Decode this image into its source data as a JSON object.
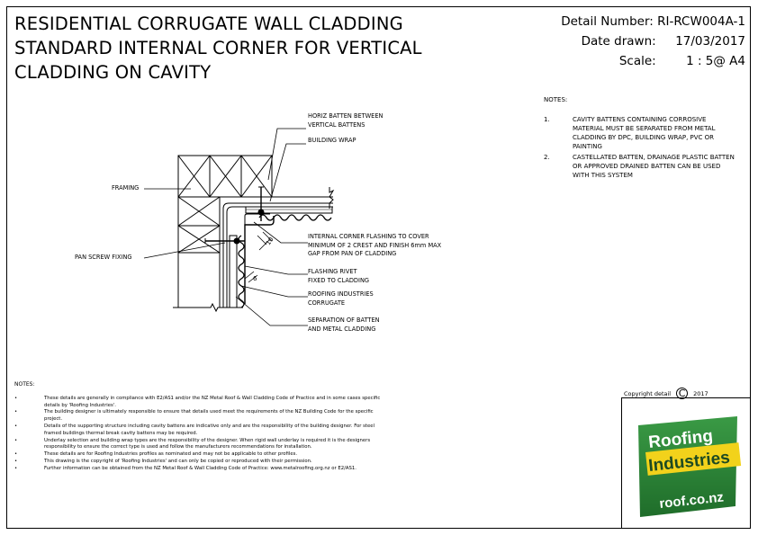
{
  "title_lines": [
    "RESIDENTIAL CORRUGATE WALL CLADDING",
    "STANDARD INTERNAL CORNER FOR VERTICAL",
    "CLADDING ON CAVITY"
  ],
  "meta": {
    "detail_number_label": "Detail Number:",
    "detail_number": "RI-RCW004A-1",
    "date_label": "Date drawn:",
    "date": "17/03/2017",
    "scale_label": "Scale:",
    "scale": "1 : 5@ A4"
  },
  "callouts": {
    "horiz_batten": [
      "HORIZ BATTEN BETWEEN",
      "VERTICAL BATTENS"
    ],
    "building_wrap": [
      "BUILDING WRAP"
    ],
    "framing": [
      "FRAMING"
    ],
    "pan_screw": [
      "PAN SCREW FIXING"
    ],
    "internal_flashing": [
      "INTERNAL CORNER FLASHING TO COVER",
      "MINIMUM OF 2 CREST AND FINISH 6mm MAX",
      "GAP FROM PAN OF CLADDING"
    ],
    "flashing_rivet": [
      "FLASHING RIVET",
      "FIXED TO CLADDING"
    ],
    "ri_corrugate": [
      "ROOFING INDUSTRIES",
      "CORRUGATE"
    ],
    "separation": [
      "SEPARATION OF BATTEN",
      "AND METAL CLADDING"
    ]
  },
  "dimensions": {
    "dim_10": "10",
    "dim_6": "6"
  },
  "notes_right": {
    "header": "NOTES:",
    "items": [
      {
        "num": "1.",
        "text": "CAVITY BATTENS CONTAINING CORROSIVE MATERIAL MUST BE SEPARATED FROM METAL CLADDING BY DPC, BUILDING WRAP, PVC OR PAINTING"
      },
      {
        "num": "2.",
        "text": "CASTELLATED BATTEN, DRAINAGE PLASTIC BATTEN OR APPROVED DRAINED BATTEN CAN BE USED WITH THIS SYSTEM"
      }
    ]
  },
  "notes_bottom": {
    "header": "NOTES:",
    "bullet": "•",
    "items": [
      "These details are generally in compliance with E2/AS1 and/or the NZ Metal Roof & Wall Cladding Code of Practice and in some cases specific details by 'Roofing Industries'.",
      "The building designer is ultimately responsible to ensure that details used meet the requirements of the NZ Building Code for the specific project.",
      "Details of the supporting structure including cavity battens are indicative only and are the responsibility of the building designer. For steel framed buildings thermal break cavity battens may be required.",
      "Underlay selection and building wrap types are the responsibility of the designer. When rigid wall underlay is required it is the designers responsibility to ensure the correct type is used and follow the manufacturers recommendations for installation.",
      "These details are for Roofing Industries profiles as nominated and may not be applicable to other profiles.",
      "This drawing is the copyright of 'Roofing Industries' and can only be copied or reproduced with their permission.",
      "Further information can be obtained from the NZ Metal Roof & Wall Cladding Code of Practice: www.metalroofing.org.nz or E2/AS1."
    ]
  },
  "copyright": {
    "label": "Copyright detail",
    "symbol": "C",
    "year": "2017"
  },
  "logo": {
    "line1": "Roofing",
    "line2": "Industries",
    "url": "roof.co.nz",
    "green": "#2f8a3a",
    "yellow": "#f2d21b"
  }
}
